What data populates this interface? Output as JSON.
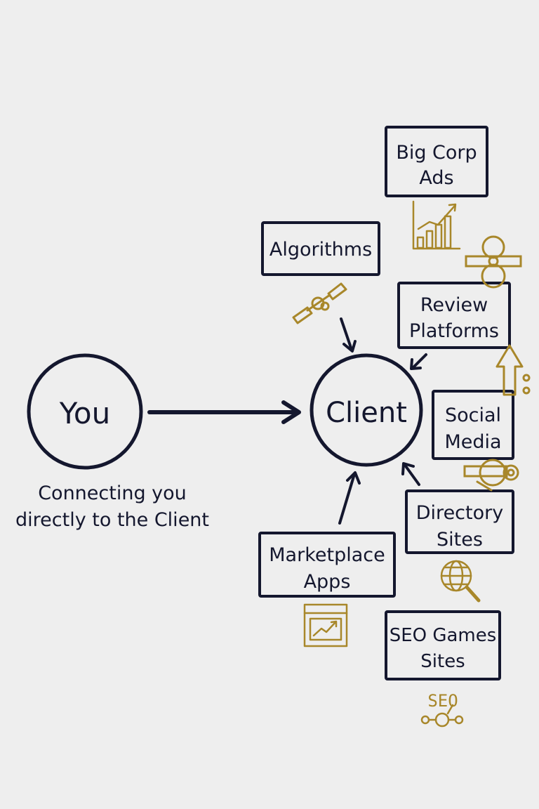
{
  "nodes": {
    "you": "You",
    "client": "Client"
  },
  "caption": {
    "line1": "Connecting you",
    "line2": "directly to the Client"
  },
  "channels": {
    "big_corp_ads": [
      "Big Corp",
      "Ads"
    ],
    "algorithms": [
      "Algorithms"
    ],
    "review_platforms": [
      "Review",
      "Platforms"
    ],
    "social_media": [
      "Social",
      "Media"
    ],
    "directory_sites": [
      "Directory",
      "Sites"
    ],
    "marketplace_apps": [
      "Marketplace",
      "Apps"
    ],
    "seo_games_sites": [
      "SEO Games",
      "Sites"
    ]
  },
  "icons": {
    "seo_label": "SEO"
  },
  "colors": {
    "ink": "#14172e",
    "accent": "#a8872a",
    "background": "#eeeeee"
  }
}
